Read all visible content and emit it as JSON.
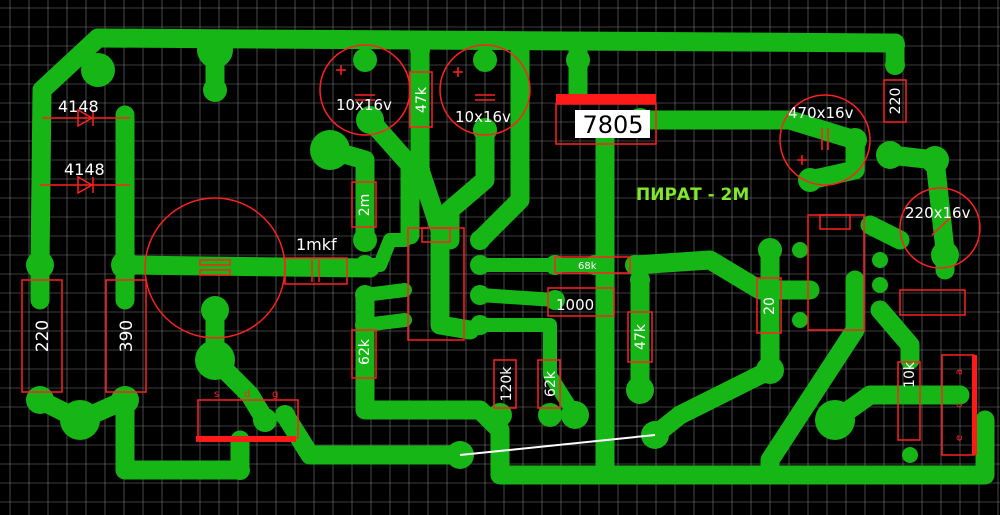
{
  "board_title": "ПИРАТ - 2М",
  "colors": {
    "background": "#000000",
    "grid": "#7a7a7a",
    "copper": "#16b616",
    "outline": "#ff2020",
    "bar": "#ff1a1a",
    "text": "#ffffff",
    "title": "#7fe82a",
    "regulator_bg": "#ffffff",
    "jumper": "#ffffff"
  },
  "labels": {
    "d1": "4148",
    "d2": "4148",
    "r220_left": "220",
    "r390": "390",
    "c_1mkf": "1mkf",
    "c_10x16_a": "10x16v",
    "c_10x16_b": "10x16v",
    "r47k_top": "47k",
    "r2m": "2m",
    "r62k_a": "62k",
    "reg": "7805",
    "c_470": "470x16v",
    "r220_right": "220",
    "c_220": "220x16v",
    "r68k": "68k",
    "c_1000": "1000",
    "r47k_mid": "47k",
    "r120k": "120k",
    "r62k_b": "62k",
    "r20": "20",
    "r10k": "10k",
    "q_s": "s",
    "q_d": "d",
    "q_g": "g",
    "con_1": "a",
    "con_2": "c",
    "con_3": "e"
  }
}
